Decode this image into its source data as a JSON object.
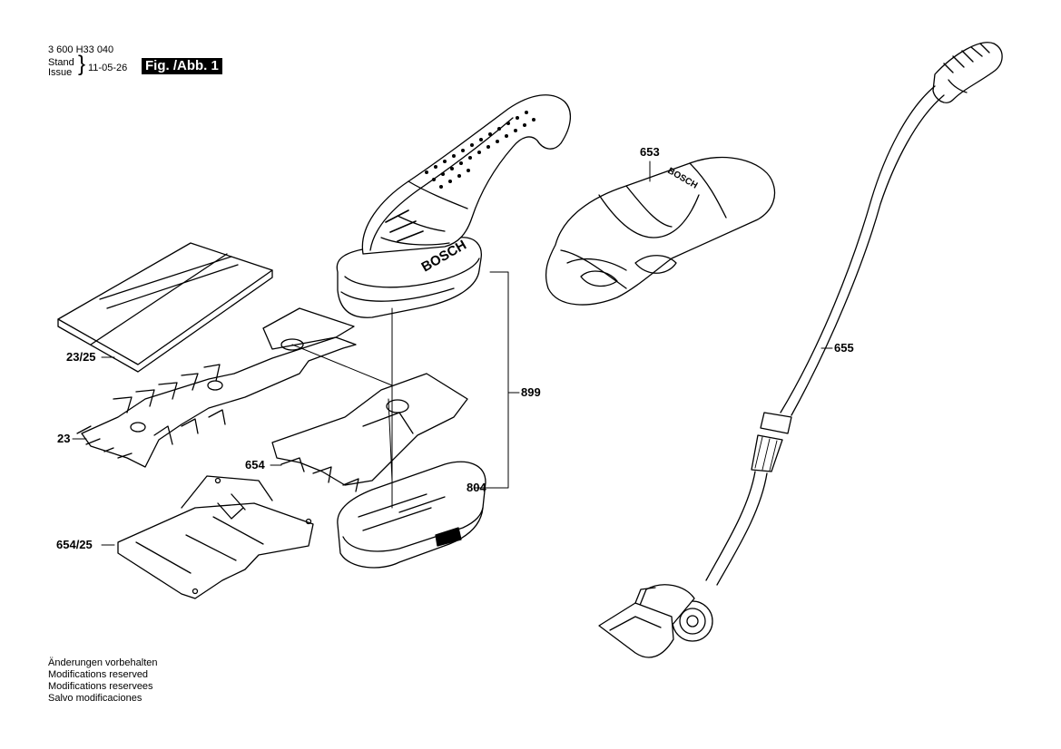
{
  "header": {
    "doc_number": "3 600 H33 040",
    "stand_label": "Stand",
    "issue_label": "Issue",
    "date": "11-05-26",
    "figure_label": "Fig. /Abb. 1"
  },
  "parts": {
    "p653": "653",
    "p655": "655",
    "p899": "899",
    "p804": "804",
    "p654": "654",
    "p23_25": "23/25",
    "p23": "23",
    "p654_25": "654/25"
  },
  "drawing_text": {
    "brand": "BOSCH"
  },
  "footer_notes": [
    "Änderungen vorbehalten",
    "Modifications reserved",
    "Modifications reservees",
    "Salvo modificaciones"
  ]
}
